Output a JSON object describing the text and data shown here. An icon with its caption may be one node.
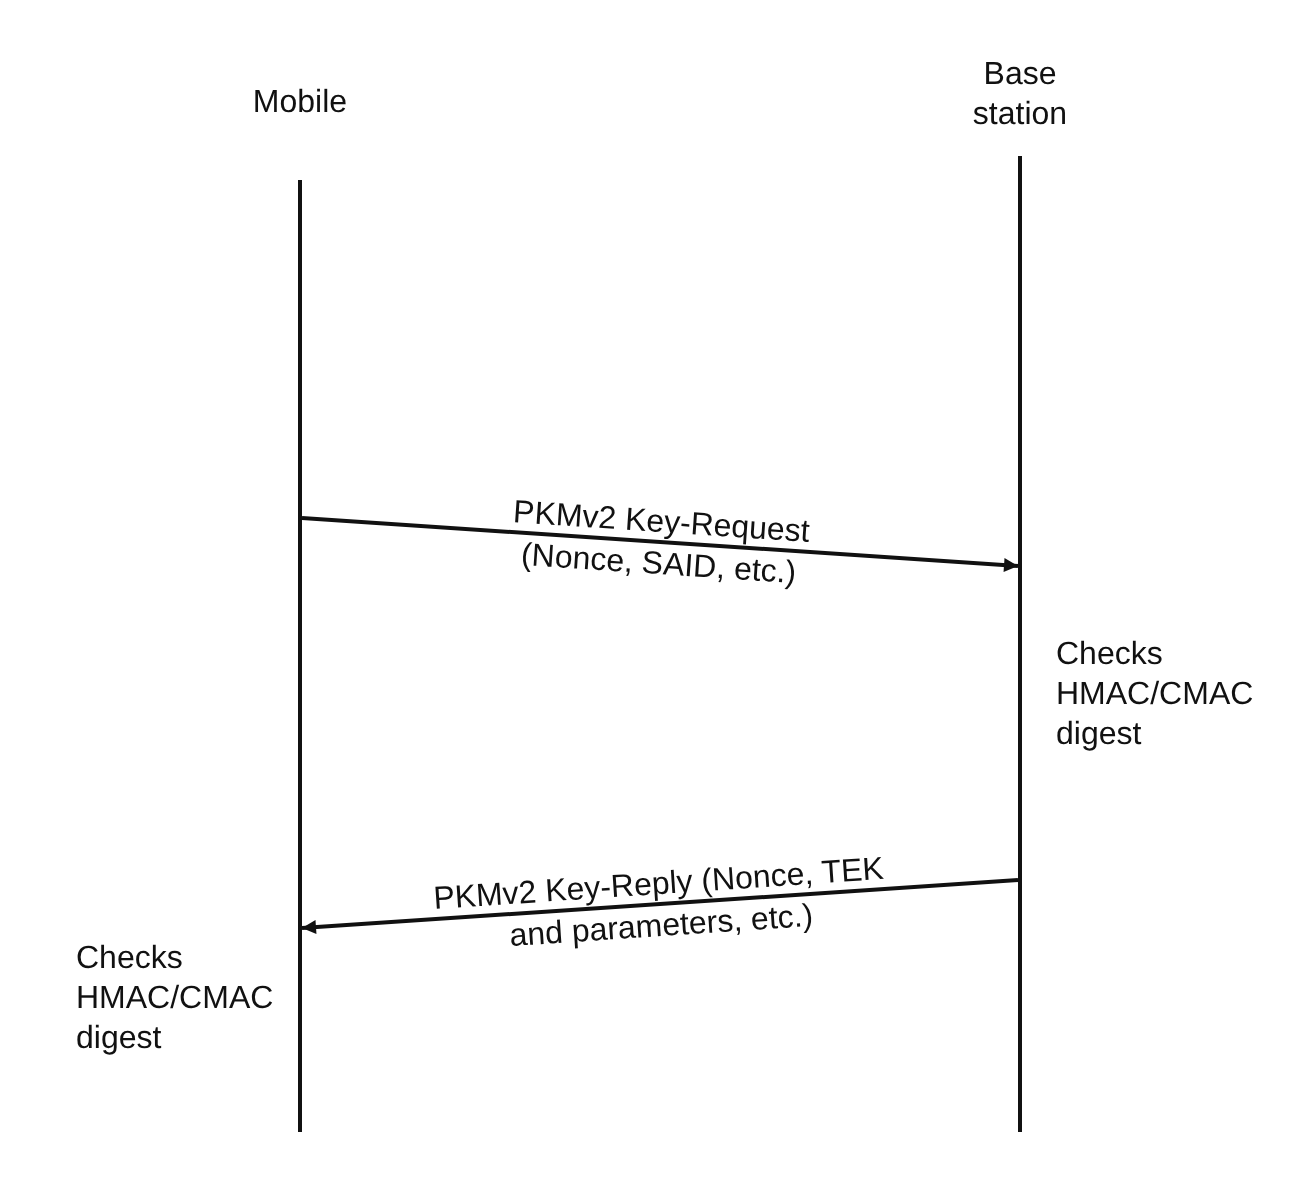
{
  "diagram": {
    "nodes": [
      {
        "text": [
          "Mobile"
        ]
      },
      {
        "text": [
          "Base station"
        ]
      }
    ],
    "edges": [
      {
        "from": 0,
        "to": 1,
        "arrow": "to",
        "label": "PKMv2 Key-Request (Nonce, SAID, etc.)"
      },
      {
        "from": 1,
        "to": 0,
        "arrow": "to",
        "label": "PKMv2 Key-Reply (Nonce, TEK and parameters, etc.)"
      }
    ],
    "labels": [
      "Checks HMAC/CMAC digest",
      "Checks HMAC/CMAC digest"
    ]
  }
}
